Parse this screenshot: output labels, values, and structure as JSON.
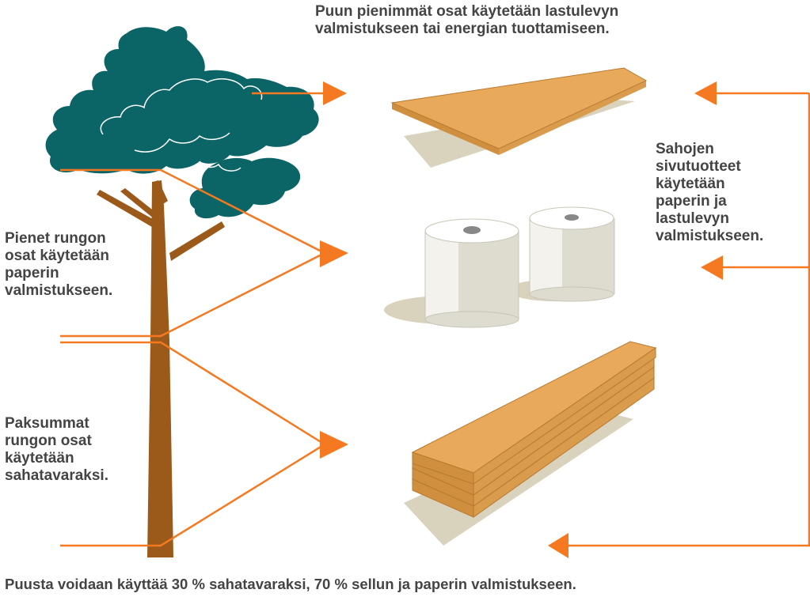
{
  "title_top": {
    "lines": [
      "Puun pienimmät osat käytetään lastulevyn",
      "valmistukseen tai energian tuottamiseen."
    ]
  },
  "label_small_trunk": {
    "lines": [
      "Pienet rungon",
      "osat käytetään",
      "paperin",
      "valmistukseen."
    ]
  },
  "label_thick_trunk": {
    "lines": [
      "Paksummat",
      "rungon osat",
      "käytetään",
      "sahatavaraksi."
    ]
  },
  "label_byproducts": {
    "lines": [
      "Sahojen",
      "sivutuotteet",
      "käytetään",
      "paperin ja",
      "lastulevyn",
      "valmistukseen."
    ]
  },
  "footer": {
    "text": "Puusta voidaan käyttää 30 % sahatavaraksi, 70 % sellun ja paperin valmistukseen."
  },
  "colors": {
    "accent_orange": "#f47920",
    "foliage": "#0b6465",
    "foliage_outline": "#ffffff",
    "trunk": "#9c5a1a",
    "board": "#e8a95a",
    "board_edge": "#cf8f3f",
    "shadow": "#d9d2bd",
    "paper": "#f3f2ec",
    "paper_shade": "#dddccf",
    "text": "#444444"
  },
  "icons": [
    "tree-illustration",
    "particle-board-icon",
    "paper-roll-icon",
    "lumber-stack-icon",
    "arrow-right-icon",
    "arrow-left-icon"
  ]
}
